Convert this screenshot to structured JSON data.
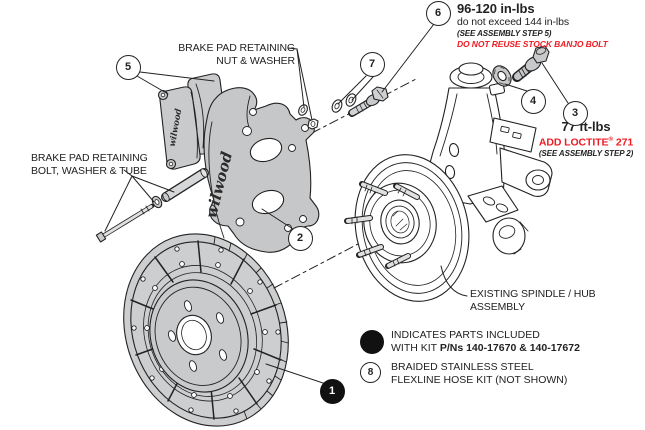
{
  "callouts": {
    "c1": "1",
    "c2": "2",
    "c3": "3",
    "c4": "4",
    "c5": "5",
    "c6": "6",
    "c7": "7"
  },
  "notes": {
    "banjo": {
      "torque": "96-120 in-lbs",
      "limit": "do not exceed 144 in-lbs",
      "step": "(SEE ASSEMBLY STEP 5)",
      "warning": "DO NOT REUSE STOCK BANJO BOLT"
    },
    "spindle_bolt": {
      "torque": "77 ft-lbs",
      "loctite_pre": "ADD LOCTITE",
      "loctite_sup": "®",
      "loctite_post": " 271",
      "step": "(SEE ASSEMBLY STEP 2)"
    }
  },
  "labels": {
    "pad_nut": [
      "BRAKE PAD RETAINING",
      "NUT & WASHER"
    ],
    "pad_bolt": [
      "BRAKE PAD RETAINING",
      "BOLT, WASHER & TUBE"
    ],
    "spindle": [
      "EXISTING SPINDLE / HUB",
      "ASSEMBLY"
    ]
  },
  "legend": {
    "included": {
      "line1": "INDICATES PARTS INCLUDED",
      "line2_pre": "WITH KIT ",
      "line2_bold": "P/Ns 140-17670 & 140-17672"
    },
    "hose": {
      "number": "8",
      "line1": "BRAIDED STAINLESS STEEL",
      "line2": "FLEXLINE HOSE KIT (NOT SHOWN)"
    }
  },
  "brand": {
    "caliper_script": "wilwood",
    "pad_script": "wilwood"
  },
  "colors": {
    "red": "#ed1c24",
    "line": "#222222",
    "part_gray": "#c8c9cb"
  }
}
